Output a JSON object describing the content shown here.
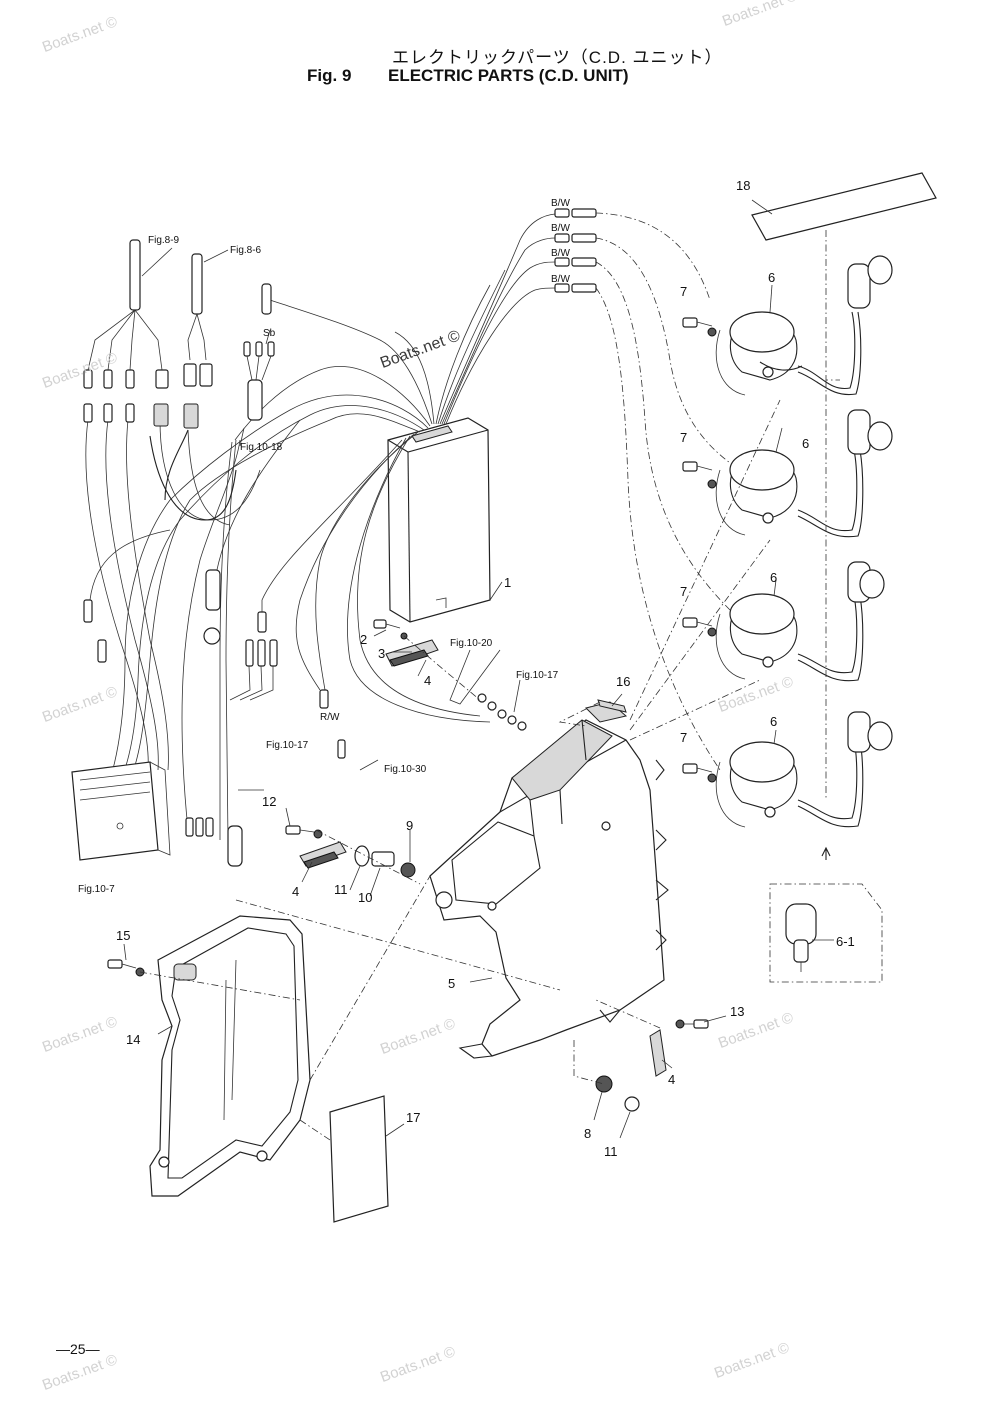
{
  "title": {
    "japanese": "エレクトリックパーツ（C.D. ユニット）",
    "fig": "Fig. 9",
    "english": "ELECTRIC PARTS (C.D. UNIT)"
  },
  "page_number": "—25—",
  "watermark": "Boats.net ©",
  "callouts": {
    "c1": "1",
    "c2": "2",
    "c3": "3",
    "c4a": "4",
    "c4b": "4",
    "c4c": "4",
    "c5": "5",
    "c6a": "6",
    "c6b": "6",
    "c6c": "6",
    "c6d": "6",
    "c6e": "6-1",
    "c7a": "7",
    "c7b": "7",
    "c7c": "7",
    "c7d": "7",
    "c8": "8",
    "c9": "9",
    "c10": "10",
    "c11a": "11",
    "c11b": "11",
    "c12": "12",
    "c13": "13",
    "c14": "14",
    "c15": "15",
    "c16": "16",
    "c17": "17",
    "c18": "18"
  },
  "references": {
    "fig8_9": "Fig.8-9",
    "fig8_6": "Fig.8-6",
    "fig10_18": "Fig.10-18",
    "fig10_20": "Fig.10-20",
    "fig10_17a": "Fig.10-17",
    "fig10_17b": "Fig.10-17",
    "fig10_30": "Fig.10-30",
    "fig10_7": "Fig.10-7"
  },
  "wire_labels": {
    "bw1": "B/W",
    "bw2": "B/W",
    "bw3": "B/W",
    "bw4": "B/W",
    "sb": "Sb",
    "rw": "R/W"
  }
}
